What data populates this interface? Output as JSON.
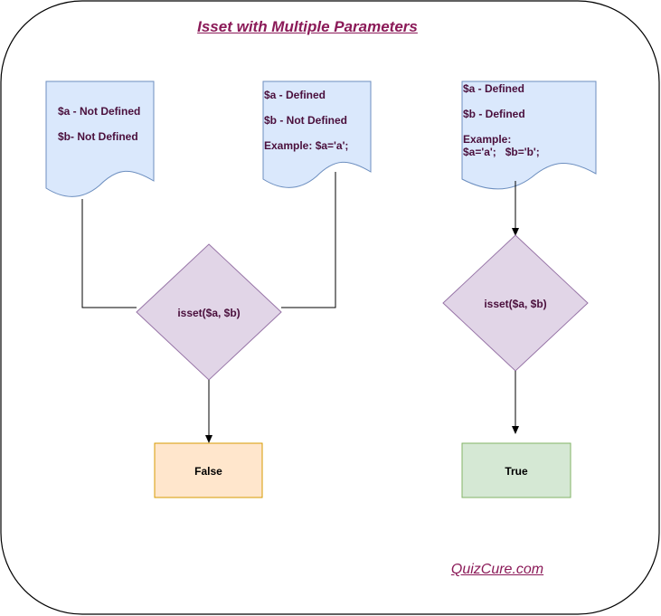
{
  "title": "Isset with Multiple Parameters",
  "brand": "QuizCure.com",
  "colors": {
    "title_text": "#8b1a58",
    "body_text": "#4a0f3c",
    "doc_fill": "#dae8fc",
    "doc_stroke": "#6c8ebf",
    "diamond_fill": "#e1d5e7",
    "diamond_stroke": "#9673a6",
    "false_fill": "#ffe6cc",
    "false_stroke": "#d79b00",
    "true_fill": "#d5e8d4",
    "true_stroke": "#82b366"
  },
  "doc_left": {
    "line1": "$a - Not Defined",
    "line2": "$b- Not Defined"
  },
  "doc_middle": {
    "line1": "$a - Defined",
    "line2": "$b - Not Defined",
    "line3": "Example: $a='a';"
  },
  "doc_right": {
    "line1": "$a - Defined",
    "line2": "$b - Defined",
    "line3": "Example:",
    "line4": "$a='a';   $b='b';"
  },
  "decision_left": "isset($a, $b)",
  "decision_right": "isset($a, $b)",
  "result_false": "False",
  "result_true": "True"
}
